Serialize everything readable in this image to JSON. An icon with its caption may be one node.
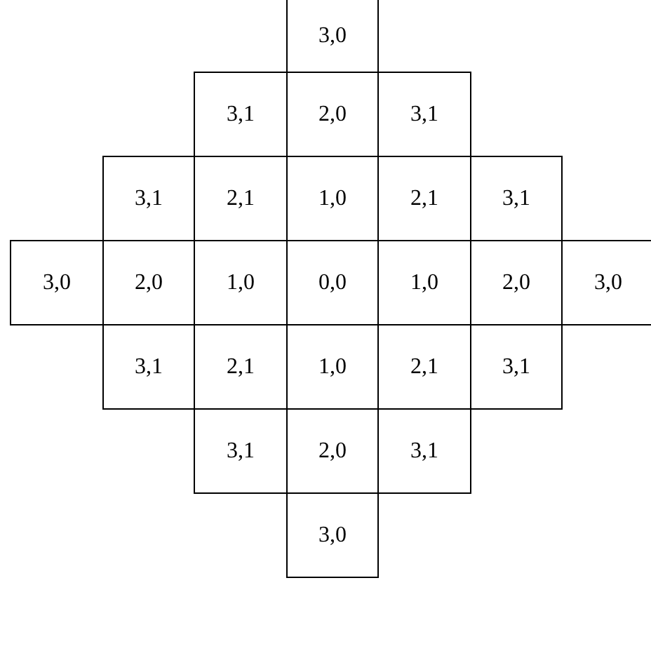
{
  "diagram": {
    "nodes": [
      {
        "text": [
          "3,0"
        ]
      },
      {
        "text": [
          "3,1"
        ]
      },
      {
        "text": [
          "2,0"
        ]
      },
      {
        "text": [
          "3,1"
        ]
      },
      {
        "text": [
          "3,1"
        ]
      },
      {
        "text": [
          "2,1"
        ]
      },
      {
        "text": [
          "1,0"
        ]
      },
      {
        "text": [
          "2,1"
        ]
      },
      {
        "text": [
          "3,1"
        ]
      },
      {
        "text": [
          "3,0"
        ]
      },
      {
        "text": [
          "2,0"
        ]
      },
      {
        "text": [
          "1,0"
        ]
      },
      {
        "text": [
          "0,0"
        ]
      },
      {
        "text": [
          "1,0"
        ]
      },
      {
        "text": [
          "2,0"
        ]
      },
      {
        "text": [
          "3,0"
        ]
      },
      {
        "text": [
          "3,1"
        ]
      },
      {
        "text": [
          "2,1"
        ]
      },
      {
        "text": [
          "1,0"
        ]
      },
      {
        "text": [
          "2,1"
        ]
      },
      {
        "text": [
          "3,1"
        ]
      },
      {
        "text": [
          "3,1"
        ]
      },
      {
        "text": [
          "2,0"
        ]
      },
      {
        "text": [
          "3,1"
        ]
      },
      {
        "text": [
          "3,0"
        ]
      }
    ]
  }
}
